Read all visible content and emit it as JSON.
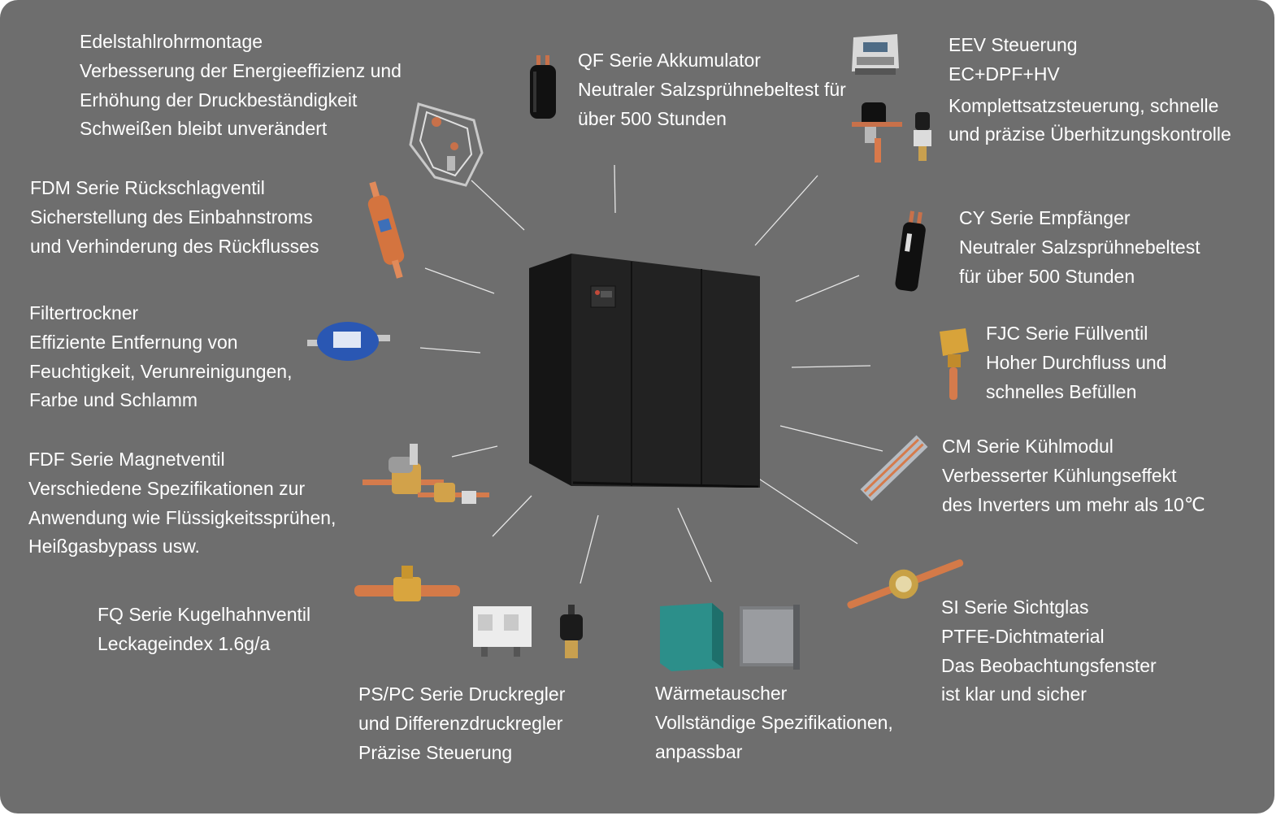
{
  "components": [
    {
      "id": "edelstahl",
      "lines": [
        "Edelstahlrohrmontage",
        "Verbesserung der Energieeffizienz und",
        "Erhöhung der Druckbeständigkeit",
        "Schweißen bleibt unverändert"
      ]
    },
    {
      "id": "qf",
      "lines": [
        "QF Serie Akkumulator",
        "Neutraler Salzsprühnebeltest für",
        "über 500 Stunden"
      ]
    },
    {
      "id": "eev",
      "lines": [
        "EEV Steuerung",
        "EC+DPF+HV",
        "Komplettsatzsteuerung, schnelle",
        "und präzise Überhitzungskontrolle"
      ]
    },
    {
      "id": "fdm",
      "lines": [
        "FDM Serie Rückschlagventil",
        "Sicherstellung des Einbahnstroms",
        "und Verhinderung des Rückflusses"
      ]
    },
    {
      "id": "cy",
      "lines": [
        "CY Serie Empfänger",
        "Neutraler Salzsprühnebeltest",
        "für über 500 Stunden"
      ]
    },
    {
      "id": "filter",
      "lines": [
        "Filtertrockner",
        "Effiziente Entfernung von",
        "Feuchtigkeit, Verunreinigungen,",
        "Farbe und Schlamm"
      ]
    },
    {
      "id": "fjc",
      "lines": [
        "FJC Serie Füllventil",
        "Hoher Durchfluss und",
        "schnelles Befüllen"
      ]
    },
    {
      "id": "fdf",
      "lines": [
        "FDF Serie Magnetventil",
        "Verschiedene Spezifikationen zur",
        "Anwendung wie Flüssigkeitssprühen,",
        "Heißgasbypass usw."
      ]
    },
    {
      "id": "cm",
      "lines": [
        "CM Serie Kühlmodul",
        "Verbesserter Kühlungseffekt",
        "des Inverters um mehr als 10℃"
      ]
    },
    {
      "id": "fq",
      "lines": [
        "FQ Serie Kugelhahnventil",
        "Leckageindex 1.6g/a"
      ]
    },
    {
      "id": "si",
      "lines": [
        "SI Serie Sichtglas",
        "PTFE-Dichtmaterial",
        "Das Beobachtungsfenster",
        "ist klar und sicher"
      ]
    },
    {
      "id": "ps",
      "lines": [
        "PS/PC Serie Druckregler",
        "und Differenzdruckregler",
        "Präzise Steuerung"
      ]
    },
    {
      "id": "wt",
      "lines": [
        "Wärmetauscher",
        "Vollständige Spezifikationen,",
        "anpassbar"
      ]
    }
  ],
  "colors": {
    "background": "#6e6e6e",
    "text": "#ffffff",
    "connector": "#e6e6e6",
    "cabinet": "#1f1f1f",
    "copper": "#c8714a"
  }
}
